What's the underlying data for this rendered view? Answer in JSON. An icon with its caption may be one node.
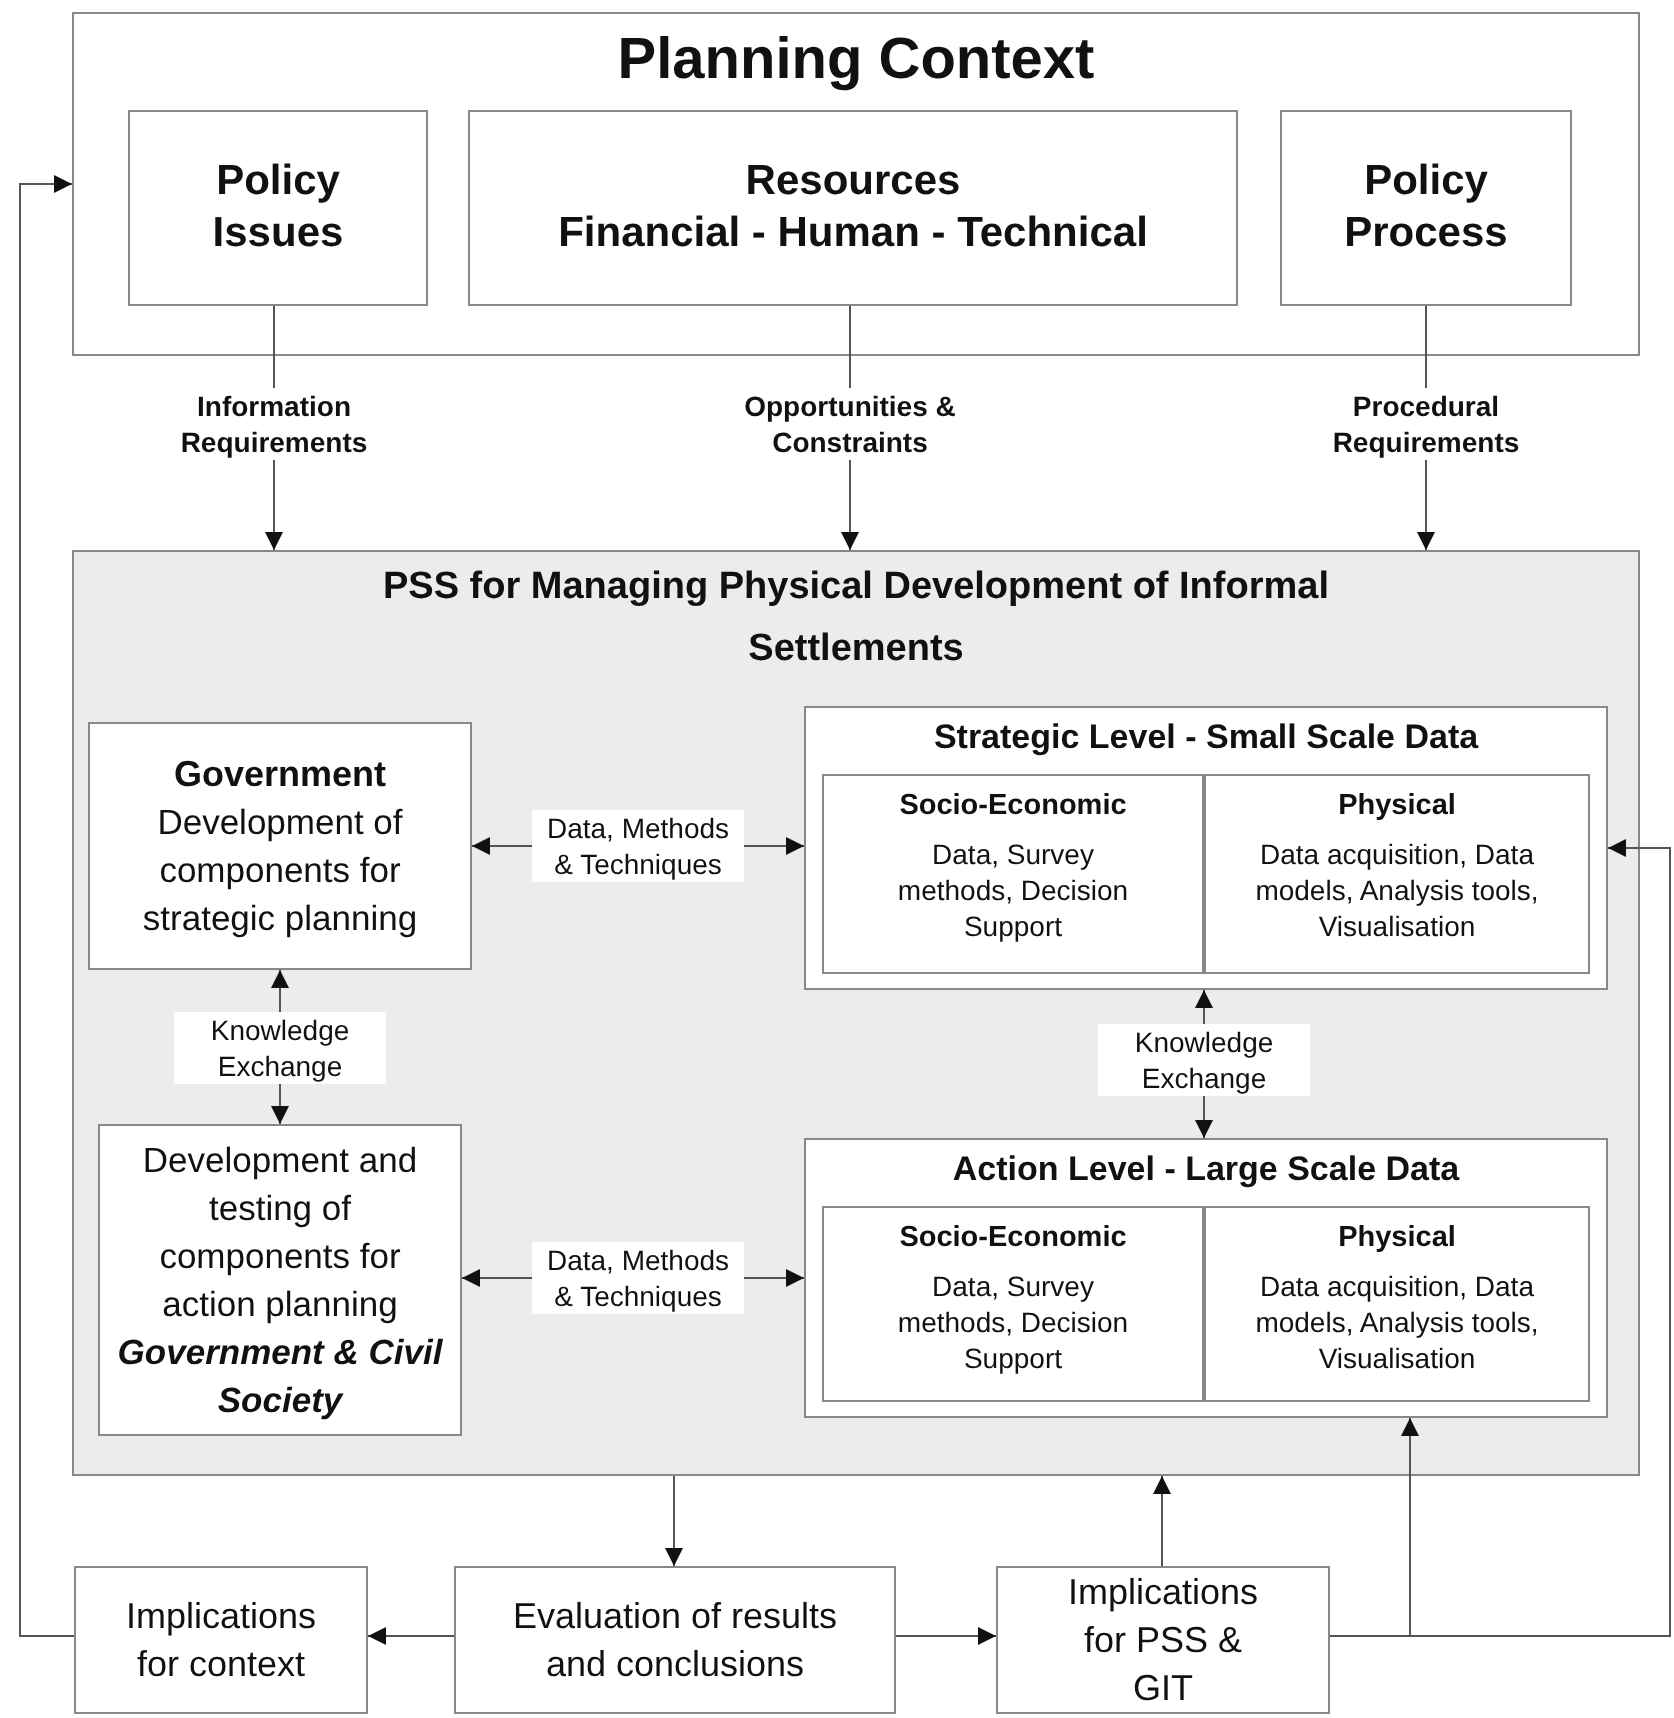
{
  "diagram": {
    "nodes": [
      {
        "text": [
          "Planning Context"
        ]
      },
      {
        "text": [
          "Policy Issues"
        ],
        "in": 0
      },
      {
        "text": [
          "Resources",
          "Financial - Human - Technical"
        ],
        "in": 0
      },
      {
        "text": [
          "Policy Process"
        ],
        "in": 0
      },
      {
        "text": [
          "PSS for Managing Physical Development of Informal Settlements"
        ]
      },
      {
        "text": [
          "Government",
          "Development of components for strategic planning"
        ],
        "in": 4
      },
      {
        "text": [
          "Development and testing of components for action planning",
          "Government & Civil Society"
        ],
        "in": 4
      },
      {
        "text": [
          "Strategic Level - Small Scale Data"
        ],
        "in": 4
      },
      {
        "text": [
          "Socio-Economic",
          "Data, Survey methods, Decision Support"
        ],
        "in": 7
      },
      {
        "text": [
          "Physical",
          "Data acquisition, Data models, Analysis tools, Visualisation"
        ],
        "in": 7
      },
      {
        "text": [
          "Action Level - Large Scale Data"
        ],
        "in": 4
      },
      {
        "text": [
          "Socio-Economic",
          "Data, Survey methods, Decision Support"
        ],
        "in": 10
      },
      {
        "text": [
          "Physical",
          "Data acquisition, Data models, Analysis tools, Visualisation"
        ],
        "in": 10
      },
      {
        "text": [
          "Implications for context"
        ]
      },
      {
        "text": [
          "Evaluation of results and conclusions"
        ]
      },
      {
        "text": [
          "Implications for PSS & GIT"
        ]
      }
    ],
    "edges": [
      {
        "from": 1,
        "to": 4,
        "arrow": "to",
        "label": "Information Requirements"
      },
      {
        "from": 2,
        "to": 4,
        "arrow": "to",
        "label": "Opportunities & Constraints"
      },
      {
        "from": 3,
        "to": 4,
        "arrow": "to",
        "label": "Procedural Requirements"
      },
      {
        "from": 5,
        "to": 7,
        "arrow": "both",
        "label": "Data, Methods & Techniques"
      },
      {
        "from": 5,
        "to": 6,
        "arrow": "both",
        "label": "Knowledge Exchange"
      },
      {
        "from": 7,
        "to": 10,
        "arrow": "both",
        "label": "Knowledge Exchange"
      },
      {
        "from": 6,
        "to": 10,
        "arrow": "both",
        "label": "Data, Methods & Techniques"
      },
      {
        "from": 4,
        "to": 14,
        "arrow": "to"
      },
      {
        "from": 14,
        "to": 13,
        "arrow": "to"
      },
      {
        "from": 14,
        "to": 15,
        "arrow": "to"
      },
      {
        "from": 15,
        "to": 4,
        "arrow": "to"
      },
      {
        "from": 15,
        "to": 10,
        "arrow": "to"
      },
      {
        "from": 15,
        "to": 7,
        "arrow": "to"
      },
      {
        "from": 13,
        "to": 0,
        "arrow": "to"
      }
    ]
  }
}
